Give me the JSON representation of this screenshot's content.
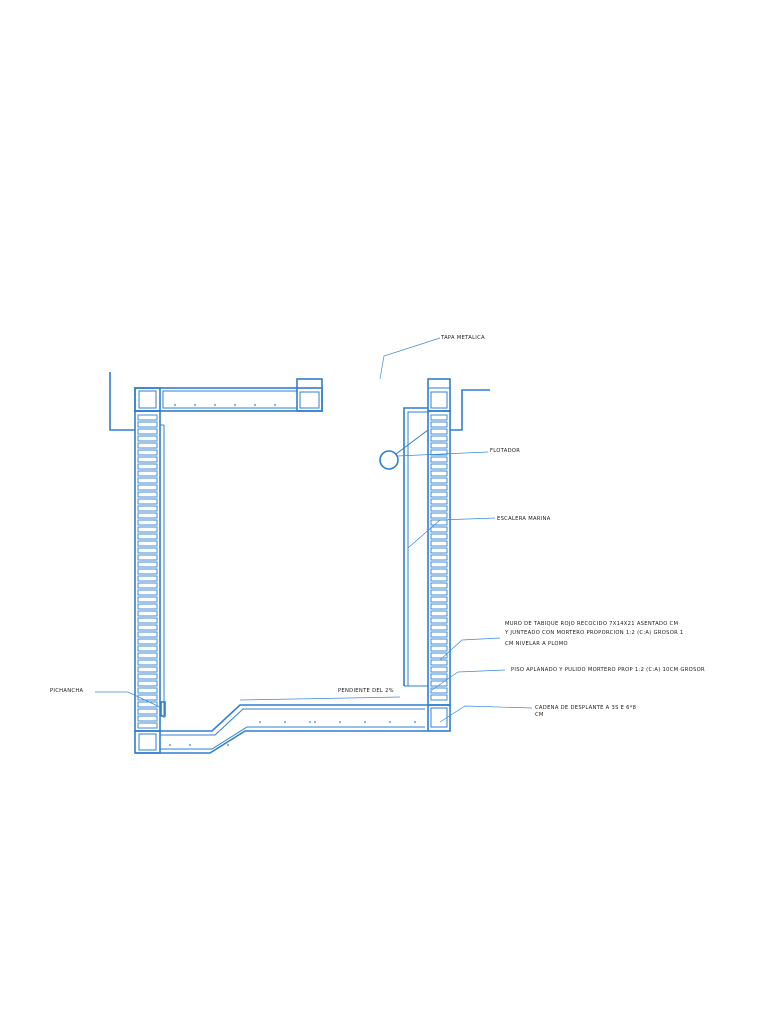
{
  "labels": {
    "tapa": "TAPA METALICA",
    "flotador": "FLOTADOR",
    "escalera": "ESCALERA MARINA",
    "muro_1": "MURO DE TABIQUE ROJO RECOCIDO 7X14X21 ASENTADO CM",
    "muro_2": "Y JUNTEADO CON MORTERO PROPORCION 1:2 (C:A) GROSOR 1",
    "muro_3": "CM NIVELAR A PLOMO",
    "piso": "PISO APLANADO Y PULIDO MORTERO PROP 1:2 (C:A) 10CM GROSOR",
    "cadena_1": "CADENA DE DESPLANTE A    3S E 6*8",
    "cadena_2": "CM",
    "pendiente": "PENDIENTE DEL 2%",
    "pichancha": "PICHANCHA"
  },
  "colors": {
    "line": "#2f7fd0",
    "text": "#1a1a1a",
    "background": "#ffffff"
  }
}
